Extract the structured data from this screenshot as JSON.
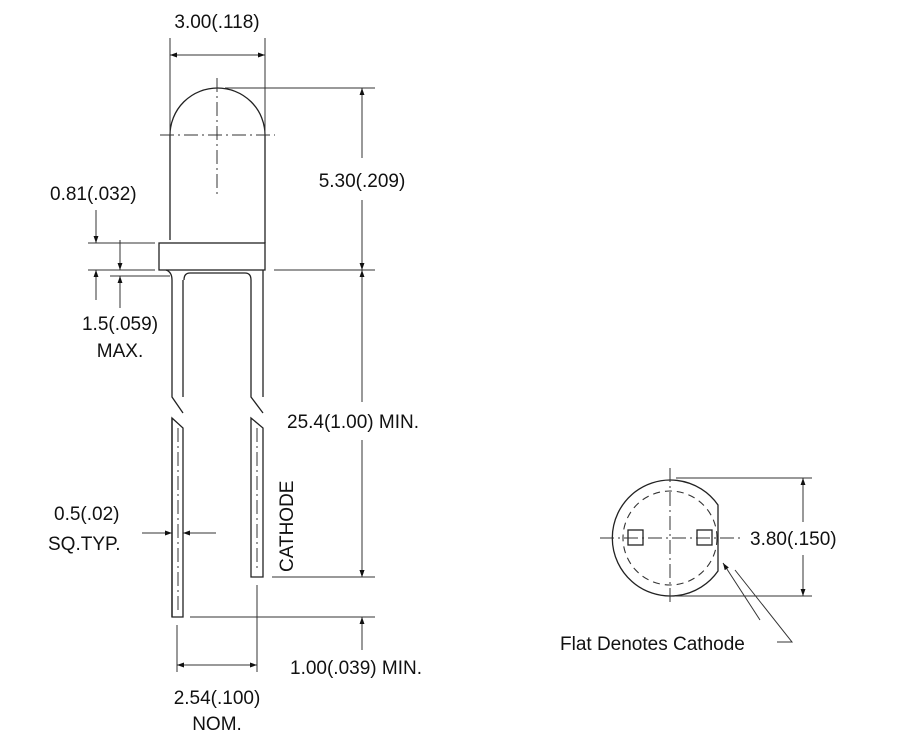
{
  "side_view": {
    "body_diameter": "3.00(.118)",
    "body_height": "5.30(.209)",
    "flange_height": "0.81(.032)",
    "flange_extra_line1": "1.5(.059)",
    "flange_extra_line2": "MAX.",
    "lead_length": "25.4(1.00) MIN.",
    "lead_size_line1": "0.5(.02)",
    "lead_size_line2": "SQ.TYP.",
    "cathode_label": "CATHODE",
    "lead_offset": "1.00(.039) MIN.",
    "lead_spacing_line1": "2.54(.100)",
    "lead_spacing_line2": "NOM."
  },
  "bottom_view": {
    "diameter": "3.80(.150)",
    "flat_note": "Flat Denotes Cathode"
  }
}
